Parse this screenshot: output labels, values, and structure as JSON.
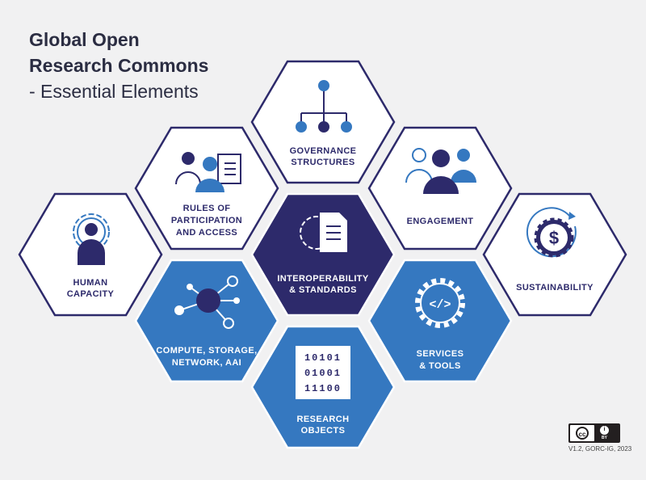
{
  "title": {
    "line1": "Global Open",
    "line2": "Research Commons",
    "line3": "- Essential Elements"
  },
  "elements": {
    "governance": {
      "line1": "GOVERNANCE",
      "line2": "STRUCTURES",
      "icon": "hierarchy-icon"
    },
    "rules": {
      "line1": "RULES OF",
      "line2": "PARTICIPATION",
      "line3": "AND ACCESS",
      "icon": "people-document-icon"
    },
    "engagement": {
      "line1": "ENGAGEMENT",
      "icon": "group-icon"
    },
    "human_capacity": {
      "line1": "HUMAN",
      "line2": "CAPACITY",
      "icon": "person-gear-icon"
    },
    "interoperability": {
      "line1": "INTEROPERABILITY",
      "line2": "& STANDARDS",
      "icon": "gear-document-icon"
    },
    "sustainability": {
      "line1": "SUSTAINABILITY",
      "icon": "dollar-gear-icon"
    },
    "compute": {
      "line1": "COMPUTE, STORAGE,",
      "line2": "NETWORK, AAI",
      "icon": "network-node-icon"
    },
    "services": {
      "line1": "SERVICES",
      "line2": "& TOOLS",
      "icon": "code-gear-icon"
    },
    "research_objects": {
      "line1": "RESEARCH",
      "line2": "OBJECTS",
      "icon": "binary-icon",
      "binary_rows": [
        "10101",
        "01001",
        "11100"
      ]
    }
  },
  "license": {
    "cc": "cc",
    "by": "BY",
    "version": "V1.2, GORC-IG, 2023"
  },
  "colors": {
    "navy": "#2d2a6b",
    "blue": "#3578c0",
    "white": "#ffffff",
    "background": "#f1f1f2"
  }
}
